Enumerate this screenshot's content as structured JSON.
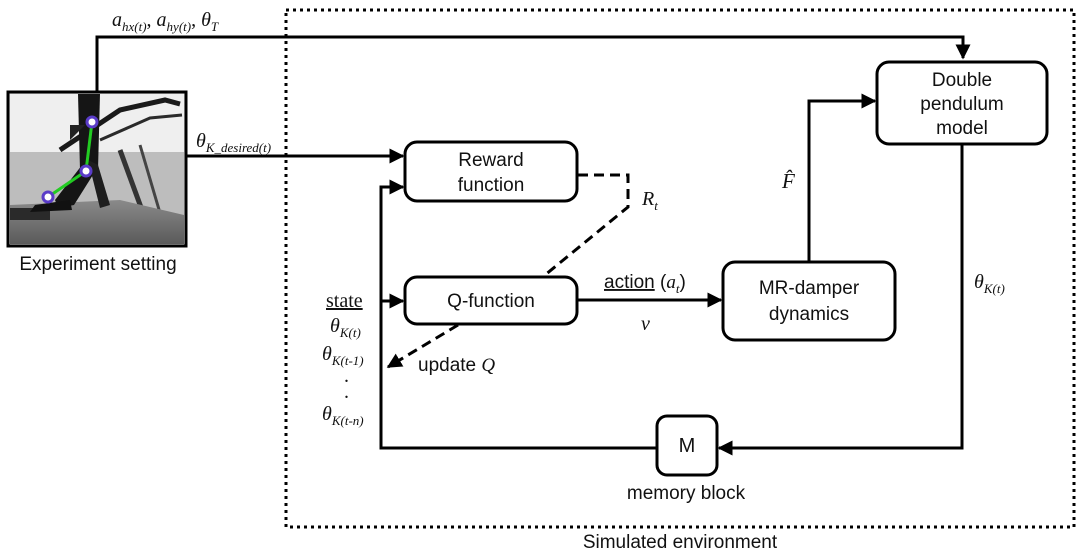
{
  "experiment": {
    "caption": "Experiment setting"
  },
  "environment": {
    "caption": "Simulated environment"
  },
  "blocks": {
    "double_pendulum": [
      "Double",
      "pendulum",
      "model"
    ],
    "reward": [
      "Reward",
      "function"
    ],
    "qfunction": "Q-function",
    "mr_damper": [
      "MR-damper",
      "dynamics"
    ],
    "memory": "M",
    "memory_caption": "memory block"
  },
  "signals": {
    "top_input": {
      "a1": "a",
      "a1_sub": "hx(t)",
      "a2": "a",
      "a2_sub": "hy(t)",
      "theta": "θ",
      "theta_sub": "T"
    },
    "desired": {
      "theta": "θ",
      "sub": "K_desired(t)"
    },
    "reward_out": {
      "r": "R",
      "sub": "t"
    },
    "force": "F̂",
    "theta_k": {
      "theta": "θ",
      "sub": "K(t)"
    },
    "action": {
      "label": "action",
      "paren_open": "(",
      "a": "a",
      "sub": "t",
      "paren_close": ")"
    },
    "v": "v",
    "update": {
      "label": "update ",
      "q": "Q"
    }
  },
  "state": {
    "label": "state",
    "items": [
      {
        "theta": "θ",
        "sub": "K(t)"
      },
      {
        "theta": "θ",
        "sub": "K(t-1)"
      },
      {
        "theta": "θ",
        "sub": "K(t-n)"
      }
    ],
    "dots": "."
  },
  "photo": {
    "joint_color": "#5a3cc8",
    "limb_color": "#22cc22"
  }
}
